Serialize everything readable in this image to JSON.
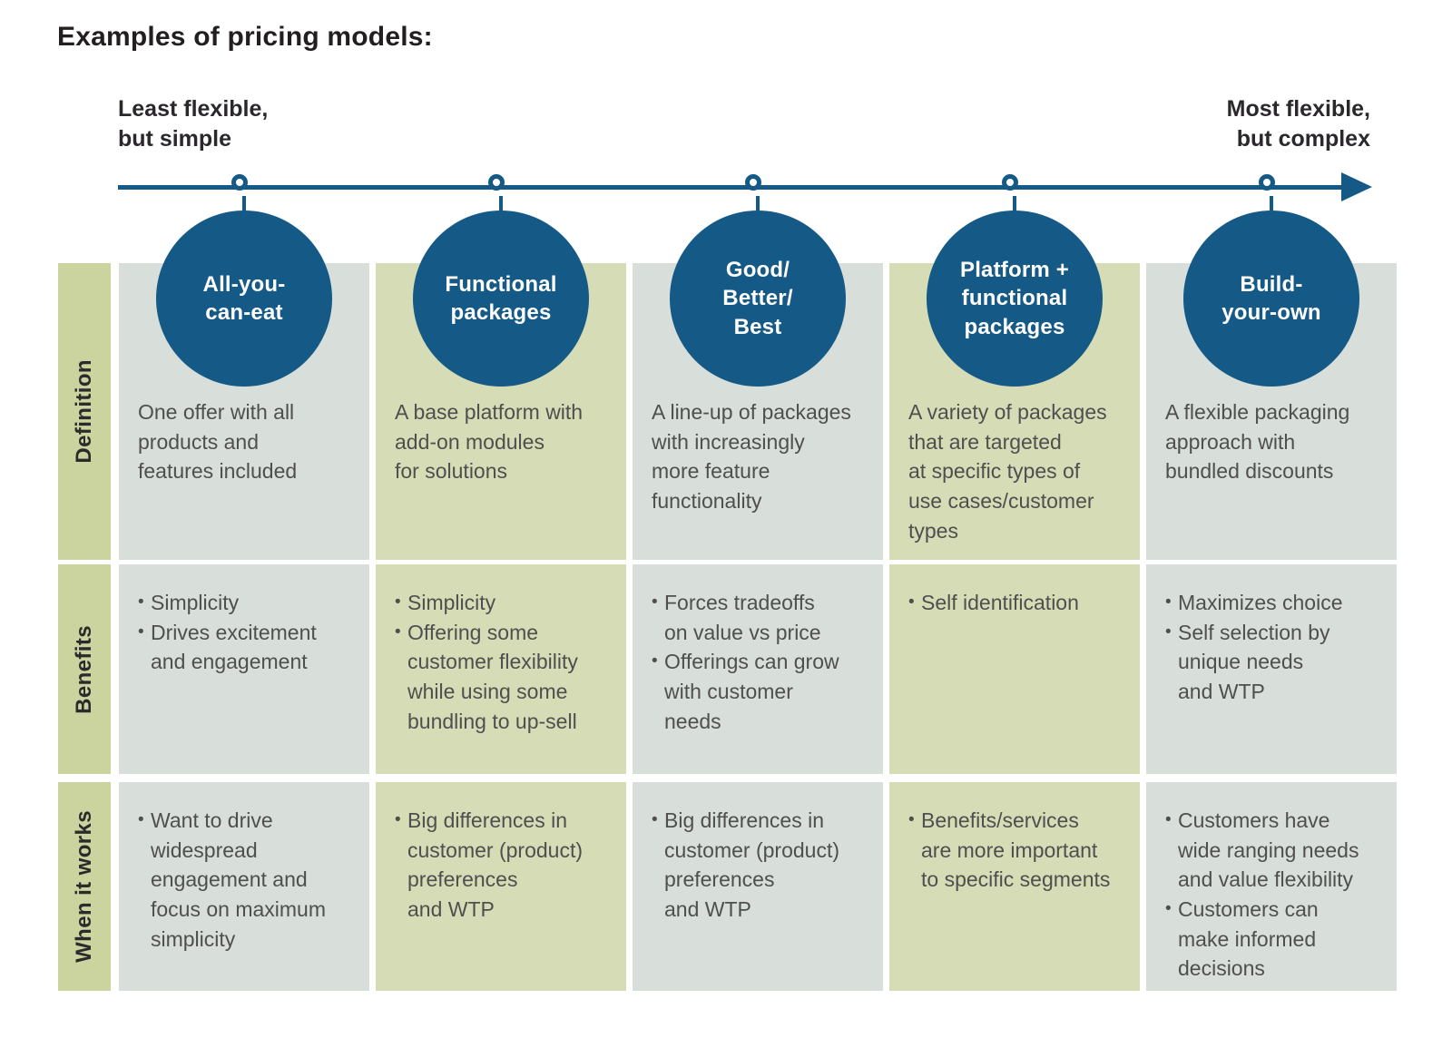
{
  "title": "Examples of pricing models:",
  "axis": {
    "left_label": "Least flexible,\nbut simple",
    "right_label": "Most flexible,\nbut complex"
  },
  "glyphs": {
    "bullet": "•"
  },
  "colors": {
    "circle_blue": "#155a87",
    "row_label_green": "#cbd39e",
    "cell_green": "#d6dcb5",
    "cell_gray": "#d8ded9"
  },
  "rows": [
    {
      "label": "Definition"
    },
    {
      "label": "Benefits"
    },
    {
      "label": "When it works"
    }
  ],
  "columns": [
    {
      "name": "All-you-\ncan-eat",
      "definition": "One offer with all\nproducts and\nfeatures included",
      "benefits": [
        "Simplicity",
        "Drives excitement\nand engagement"
      ],
      "when_it_works": [
        "Want to drive\nwidespread\nengagement and\nfocus on maximum\nsimplicity"
      ]
    },
    {
      "name": "Functional\npackages",
      "definition": "A base platform with\nadd-on modules\nfor solutions",
      "benefits": [
        "Simplicity",
        "Offering some\ncustomer flexibility\nwhile using some\nbundling to up-sell"
      ],
      "when_it_works": [
        "Big differences in\ncustomer (product)\npreferences\nand WTP"
      ]
    },
    {
      "name": "Good/\nBetter/\nBest",
      "definition": "A line-up of packages\nwith increasingly\nmore feature\nfunctionality",
      "benefits": [
        "Forces tradeoffs\non value vs price",
        "Offerings can grow\nwith customer\nneeds"
      ],
      "when_it_works": [
        "Big differences in\ncustomer (product)\npreferences\nand WTP"
      ]
    },
    {
      "name": "Platform +\nfunctional\npackages",
      "definition": "A variety of packages\nthat are targeted\nat specific types of\nuse cases/customer\ntypes",
      "benefits": [
        "Self identification"
      ],
      "when_it_works": [
        "Benefits/services\nare more important\nto specific segments"
      ]
    },
    {
      "name": "Build-\nyour-own",
      "definition": "A flexible packaging\napproach with\nbundled discounts",
      "benefits": [
        "Maximizes choice",
        "Self selection by\nunique needs\nand WTP"
      ],
      "when_it_works": [
        "Customers have\nwide ranging needs\nand value flexibility",
        "Customers can\nmake informed\ndecisions"
      ]
    }
  ]
}
